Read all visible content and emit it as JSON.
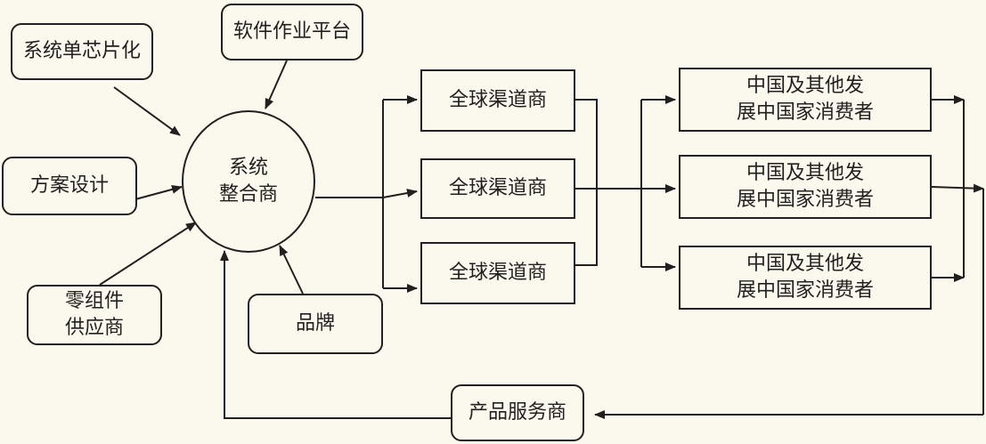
{
  "diagram": {
    "colors": {
      "background": "#fbf8ed",
      "stroke": "#231f20"
    },
    "center": {
      "label": "系统\n整合商"
    },
    "inputs": {
      "soc": "系统单芯片化",
      "software": "软件作业平台",
      "solution": "方案设计",
      "parts": "零组件\n供应商",
      "brand": "品牌"
    },
    "channels": [
      "全球渠道商",
      "全球渠道商",
      "全球渠道商"
    ],
    "consumers": [
      "中国及其他发\n展中国家消费者",
      "中国及其他发\n展中国家消费者",
      "中国及其他发\n展中国家消费者"
    ],
    "service": "产品服务商"
  }
}
